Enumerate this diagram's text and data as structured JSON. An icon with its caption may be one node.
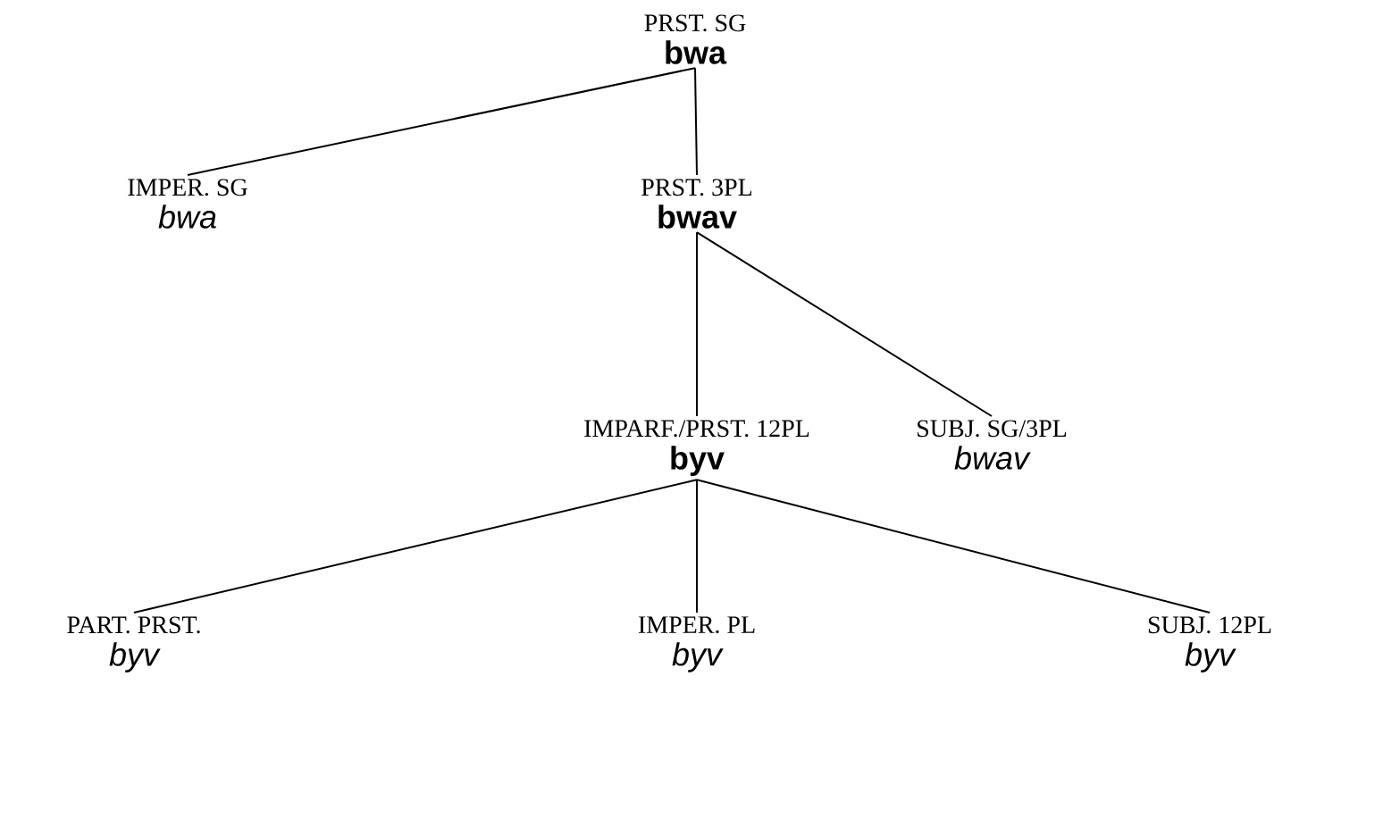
{
  "diagram": {
    "nodes": [
      {
        "text": [
          "PRST. SG",
          "bwa"
        ]
      },
      {
        "text": [
          "IMPER. SG",
          "bwa"
        ]
      },
      {
        "text": [
          "PRST. 3PL",
          "bwav"
        ]
      },
      {
        "text": [
          "IMPARF./PRST. 12PL",
          "byv"
        ]
      },
      {
        "text": [
          "SUBJ. SG/3PL",
          "bwav"
        ]
      },
      {
        "text": [
          "PART. PRST.",
          "byv"
        ]
      },
      {
        "text": [
          "IMPER. PL",
          "byv"
        ]
      },
      {
        "text": [
          "SUBJ. 12PL",
          "byv"
        ]
      }
    ],
    "edges": [
      {
        "from": 0,
        "to": 1,
        "arrow": "none"
      },
      {
        "from": 0,
        "to": 2,
        "arrow": "none"
      },
      {
        "from": 2,
        "to": 3,
        "arrow": "none"
      },
      {
        "from": 2,
        "to": 4,
        "arrow": "none"
      },
      {
        "from": 3,
        "to": 5,
        "arrow": "none"
      },
      {
        "from": 3,
        "to": 6,
        "arrow": "none"
      },
      {
        "from": 3,
        "to": 7,
        "arrow": "none"
      }
    ]
  }
}
